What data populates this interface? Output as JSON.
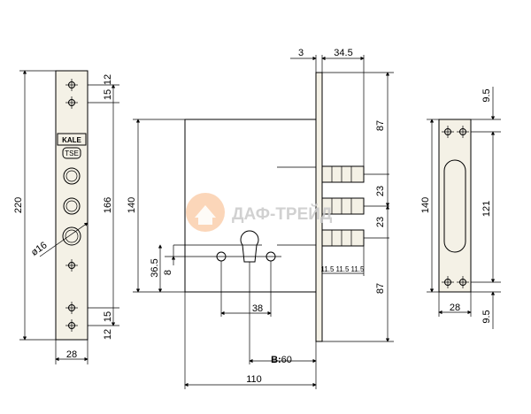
{
  "faceplate": {
    "brand": "KALE",
    "mark": "TSE",
    "width": "28",
    "height": "220",
    "span": "166",
    "top_offset_1": "12",
    "top_offset_2": "15",
    "bottom_offset_1": "15",
    "bottom_offset_2": "12",
    "hole_diameter": "ø16"
  },
  "lock_body": {
    "strike_thickness": "3",
    "bolt_projection": "34.5",
    "upper_height": "87",
    "lower_height": "87",
    "body_height": "140",
    "bolt_pitch_1": "23",
    "bolt_pitch_2": "23",
    "bolt_width_1": "11.5",
    "bolt_width_2": "11.5",
    "bolt_width_3": "11.5",
    "cylinder_center_height": "36.5",
    "cylinder_offset": "8",
    "handle_spacing": "38",
    "backset_prefix": "B:",
    "backset_value": "60",
    "body_width": "110"
  },
  "strike_plate": {
    "top_offset": "9.5",
    "height": "140",
    "hole_spacing": "121",
    "width": "28",
    "bottom_offset": "9.5"
  },
  "watermark": {
    "text": "ДАФ-ТРЕЙД",
    "logo_color": "#f5a86a"
  }
}
